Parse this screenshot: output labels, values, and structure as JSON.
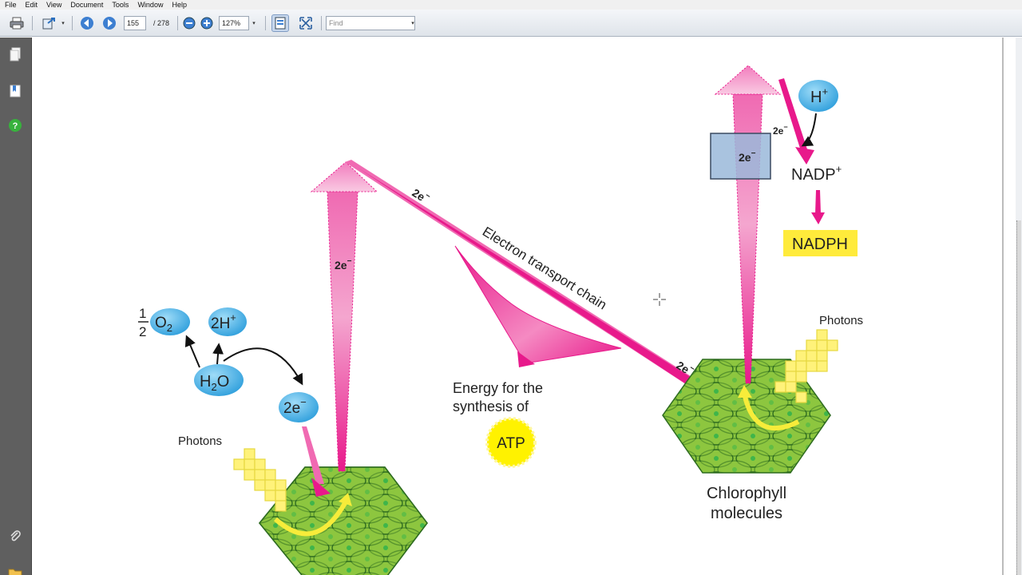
{
  "menu": [
    "File",
    "Edit",
    "View",
    "Document",
    "Tools",
    "Window",
    "Help"
  ],
  "toolbar": {
    "page_current": "155",
    "page_total": "/ 278",
    "zoom": "127%",
    "find_placeholder": "Find",
    "icons": [
      "printer-icon",
      "export-icon",
      "prev-page-icon",
      "next-page-icon",
      "zoom-out-icon",
      "zoom-in-icon",
      "fit-page-icon",
      "fullscreen-icon"
    ]
  },
  "sidebar": {
    "icons": [
      "pages-icon",
      "bookmarks-icon",
      "help-icon",
      "attachment-icon",
      "folder-icon"
    ]
  },
  "diagram": {
    "half_o2_num": "1",
    "half_o2_den": "2",
    "o2": "O",
    "o2_sub": "2",
    "h2": "2H",
    "h2_sup": "+",
    "h2o_h": "H",
    "h2o_sub": "2",
    "h2o_o": "O",
    "e_left": "2e",
    "e_minus": "−",
    "photons_left": "Photons",
    "photons_right": "Photons",
    "arrow_2e_up": "2e",
    "arrow_2e_top": "2e",
    "arrow_2e_bottom": "2e",
    "electron_chain": "Electron transport chain",
    "energy_line1": "Energy for the",
    "energy_line2": "synthesis of",
    "atp": "ATP",
    "hplus": "H",
    "hplus_sup": "+",
    "box_2e": "2e",
    "right_2e": "2e",
    "nadp": "NADP",
    "nadp_sup": "+",
    "nadph": "NADPH",
    "chloro_line1": "Chlorophyll",
    "chloro_line2": "molecules"
  },
  "colors": {
    "magenta": "#e8198b",
    "pink_light": "#f6b5d8",
    "hex_green": "#8dc63f",
    "cell_green": "#3fb54a",
    "bubble_blue": "#4fb3e8",
    "photon_yellow": "#fff27a",
    "atp_yellow": "#fff200",
    "nadph_yellow": "#ffeb3b",
    "box_blue": "#9ab8d9"
  }
}
